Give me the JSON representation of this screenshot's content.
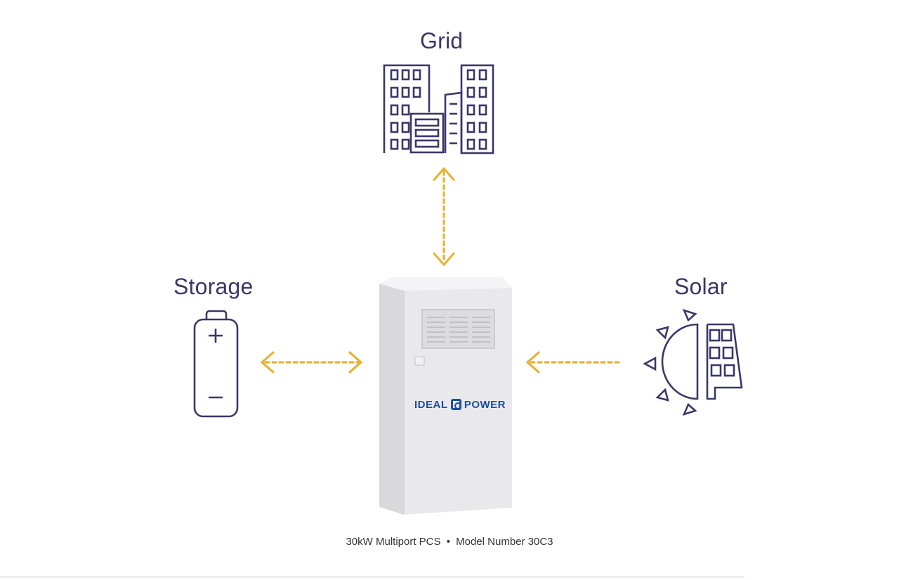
{
  "nodes": {
    "grid": {
      "label": "Grid"
    },
    "storage": {
      "label": "Storage"
    },
    "solar": {
      "label": "Solar"
    }
  },
  "device": {
    "logo_left": "IDEAL",
    "logo_right": "POWER",
    "caption_product": "30kW Multiport PCS",
    "caption_separator": "•",
    "caption_model": "Model Number 30C3"
  },
  "colors": {
    "icon_stroke": "#3a3766",
    "arrow": "#e3b43a",
    "logo": "#1f4e9e"
  },
  "icons": [
    "buildings-icon",
    "battery-icon",
    "sun-solar-panel-icon"
  ]
}
